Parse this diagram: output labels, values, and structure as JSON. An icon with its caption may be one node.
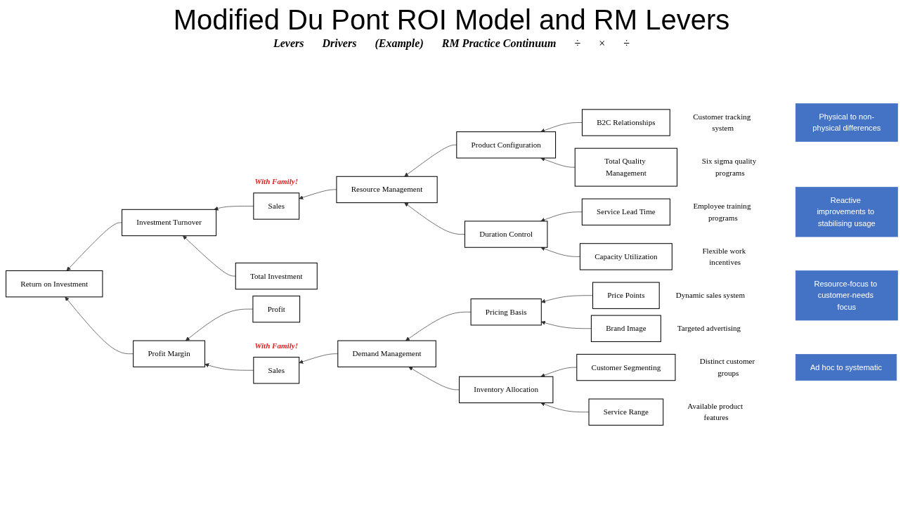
{
  "diagram": {
    "title": "Modified Du Pont ROI Model and RM Levers",
    "nodes": [
      {
        "text": [
          "Return on Investment"
        ]
      },
      {
        "text": [
          "Investment Turnover"
        ]
      },
      {
        "text": [
          "Profit Margin"
        ]
      },
      {
        "text": [
          "Sales"
        ],
        "beside": [
          "With Family!"
        ]
      },
      {
        "text": [
          "Total Investment"
        ]
      },
      {
        "text": [
          "Profit"
        ]
      },
      {
        "text": [
          "Sales"
        ],
        "beside": [
          "With Family!"
        ]
      },
      {
        "text": [
          "Resource Management"
        ]
      },
      {
        "text": [
          "Demand Management"
        ]
      },
      {
        "text": [
          "Product Configuration"
        ]
      },
      {
        "text": [
          "Duration Control"
        ]
      },
      {
        "text": [
          "Pricing Basis"
        ]
      },
      {
        "text": [
          "Inventory Allocation"
        ]
      },
      {
        "text": [
          "B2C Relationships"
        ],
        "beside": [
          "Customer tracking system"
        ]
      },
      {
        "text": [
          "Total Quality Management"
        ],
        "beside": [
          "Six sigma quality programs"
        ]
      },
      {
        "text": [
          "Service Lead Time"
        ],
        "beside": [
          "Employee training programs"
        ]
      },
      {
        "text": [
          "Capacity Utilization"
        ],
        "beside": [
          "Flexible work incentives"
        ]
      },
      {
        "text": [
          "Price Points"
        ],
        "beside": [
          "Dynamic sales system"
        ]
      },
      {
        "text": [
          "Brand Image"
        ],
        "beside": [
          "Targeted advertising"
        ]
      },
      {
        "text": [
          "Customer Segmenting"
        ],
        "beside": [
          "Distinct customer groups"
        ]
      },
      {
        "text": [
          "Service Range"
        ],
        "beside": [
          "Available product features"
        ]
      },
      {
        "text": [
          "Physical to non-physical differences"
        ]
      },
      {
        "text": [
          "Reactive improvements to stabilising usage"
        ]
      },
      {
        "text": [
          "Resource-focus to customer-needs focus"
        ]
      },
      {
        "text": [
          "Ad hoc to systematic"
        ]
      }
    ],
    "edges": [
      {
        "from": 1,
        "to": 0,
        "arrow": "to"
      },
      {
        "from": 2,
        "to": 0,
        "arrow": "to"
      },
      {
        "from": 3,
        "to": 1,
        "arrow": "to"
      },
      {
        "from": 4,
        "to": 1,
        "arrow": "to"
      },
      {
        "from": 5,
        "to": 2,
        "arrow": "to"
      },
      {
        "from": 6,
        "to": 2,
        "arrow": "to"
      },
      {
        "from": 7,
        "to": 3,
        "arrow": "to"
      },
      {
        "from": 8,
        "to": 6,
        "arrow": "to"
      },
      {
        "from": 9,
        "to": 7,
        "arrow": "to"
      },
      {
        "from": 10,
        "to": 7,
        "arrow": "to"
      },
      {
        "from": 11,
        "to": 8,
        "arrow": "to"
      },
      {
        "from": 12,
        "to": 8,
        "arrow": "to"
      },
      {
        "from": 13,
        "to": 9,
        "arrow": "to"
      },
      {
        "from": 14,
        "to": 9,
        "arrow": "to"
      },
      {
        "from": 15,
        "to": 10,
        "arrow": "to"
      },
      {
        "from": 16,
        "to": 10,
        "arrow": "to"
      },
      {
        "from": 17,
        "to": 11,
        "arrow": "to"
      },
      {
        "from": 18,
        "to": 11,
        "arrow": "to"
      },
      {
        "from": 19,
        "to": 12,
        "arrow": "to"
      },
      {
        "from": 20,
        "to": 12,
        "arrow": "to"
      }
    ],
    "labels": [
      "Levers",
      "Drivers",
      "(Example)",
      "RM Practice Continuum",
      "÷",
      "×",
      "÷"
    ]
  }
}
